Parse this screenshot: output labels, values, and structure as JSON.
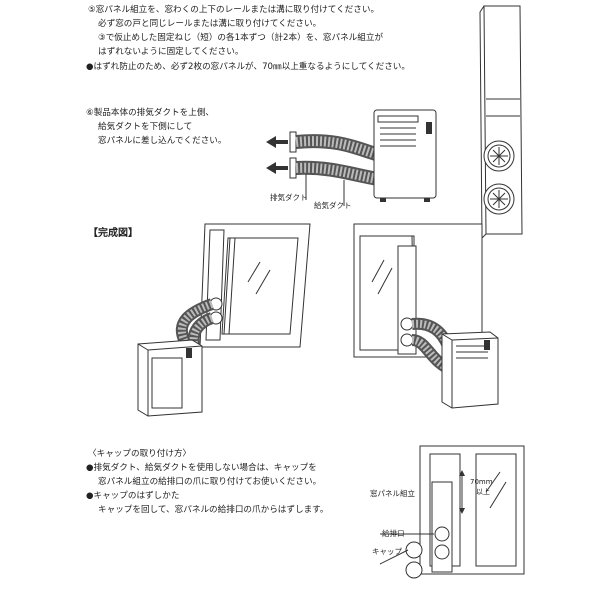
{
  "step5": {
    "line1": "⑤窓パネル組立を、窓わくの上下のレールまたは溝に取り付けてください。",
    "line2": "必ず窓の戸と同じレールまたは溝に取り付けてください。",
    "line3": "③で仮止めした固定ねじ（短）の各1本ずつ（計2本）を、窓パネル組立が",
    "line4": "はずれないように固定してください。",
    "line5": "●はずれ防止のため、必ず2枚の窓パネルが、70㎜以上重なるようにしてください。"
  },
  "step6": {
    "line1": "⑥製品本体の排気ダクトを上側、",
    "line2": "給気ダクトを下側にして",
    "line3": "窓パネルに差し込んでください。"
  },
  "diagram1": {
    "label_exhaust": "排気ダクト",
    "label_intake": "給気ダクト"
  },
  "completed": {
    "heading": "【完成図】"
  },
  "cap": {
    "heading": "〈キャップの取り付け方〉",
    "line1": "●排気ダクト、給気ダクトを使用しない場合は、キャップを",
    "line2": "窓パネル組立の給排口の爪に取り付けてお使いください。",
    "line3": "●キャップのはずしかた",
    "line4": "キャップを回して、窓パネルの給排口の爪からはずします。",
    "label_panel": "窓パネル組立",
    "label_port": "給排口",
    "label_cap": "キャップ",
    "label_overlap": "70mm",
    "label_overlap2": "以上"
  }
}
